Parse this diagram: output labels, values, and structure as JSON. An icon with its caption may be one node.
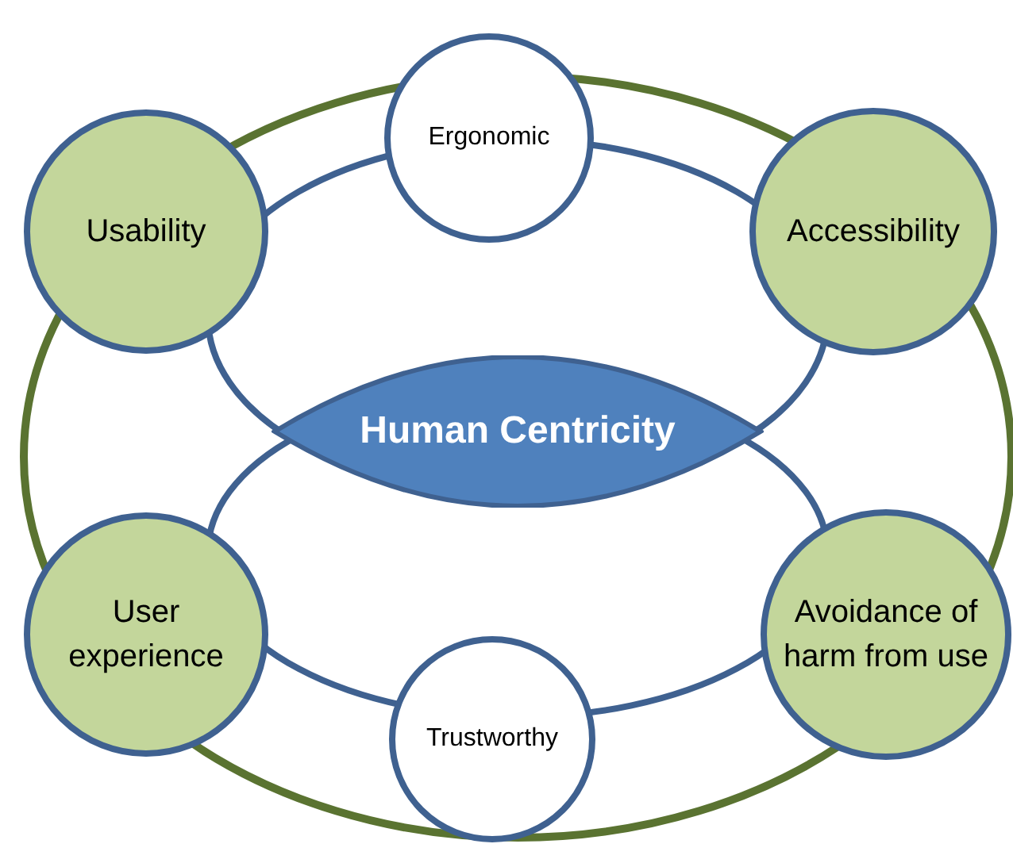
{
  "diagram": {
    "nodes": [
      {
        "text": [
          "Ergonomic"
        ]
      },
      {
        "text": [
          "Usability"
        ]
      },
      {
        "text": [
          "Accessibility"
        ]
      },
      {
        "text": [
          "Human Centricity"
        ]
      },
      {
        "text": [
          "User experience"
        ]
      },
      {
        "text": [
          "Avoidance of harm from use"
        ]
      },
      {
        "text": [
          "Trustworthy"
        ]
      }
    ],
    "edges": []
  }
}
